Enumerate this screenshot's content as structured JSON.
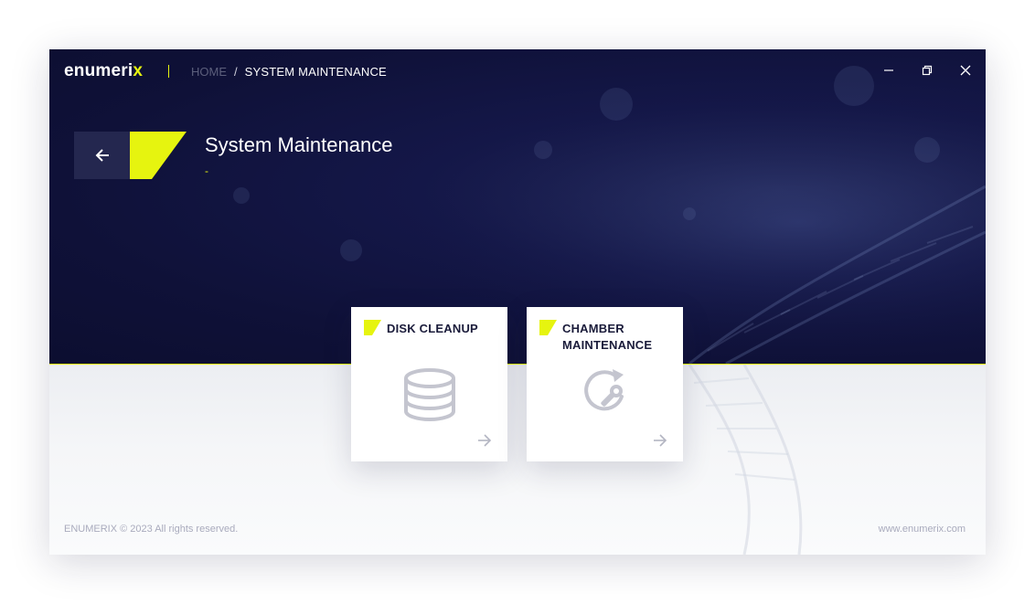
{
  "app": {
    "logo_main": "enumeri",
    "logo_accent": "x"
  },
  "breadcrumb": {
    "home": "HOME",
    "separator": "/",
    "current": "SYSTEM MAINTENANCE"
  },
  "window_controls": {
    "minimize": "minimize-icon",
    "restore": "restore-icon",
    "close": "close-icon"
  },
  "header": {
    "title": "System Maintenance",
    "subtitle": "-"
  },
  "cards": [
    {
      "title": "DISK CLEANUP",
      "icon": "database-icon"
    },
    {
      "title": "CHAMBER MAINTENANCE",
      "icon": "refresh-wrench-icon"
    }
  ],
  "footer": {
    "copyright": "ENUMERIX © 2023  All rights reserved.",
    "website": "www.enumerix.com"
  },
  "colors": {
    "accent": "#e6f40f",
    "hero_bg": "#0f1138",
    "card_title": "#1a1b3a"
  }
}
